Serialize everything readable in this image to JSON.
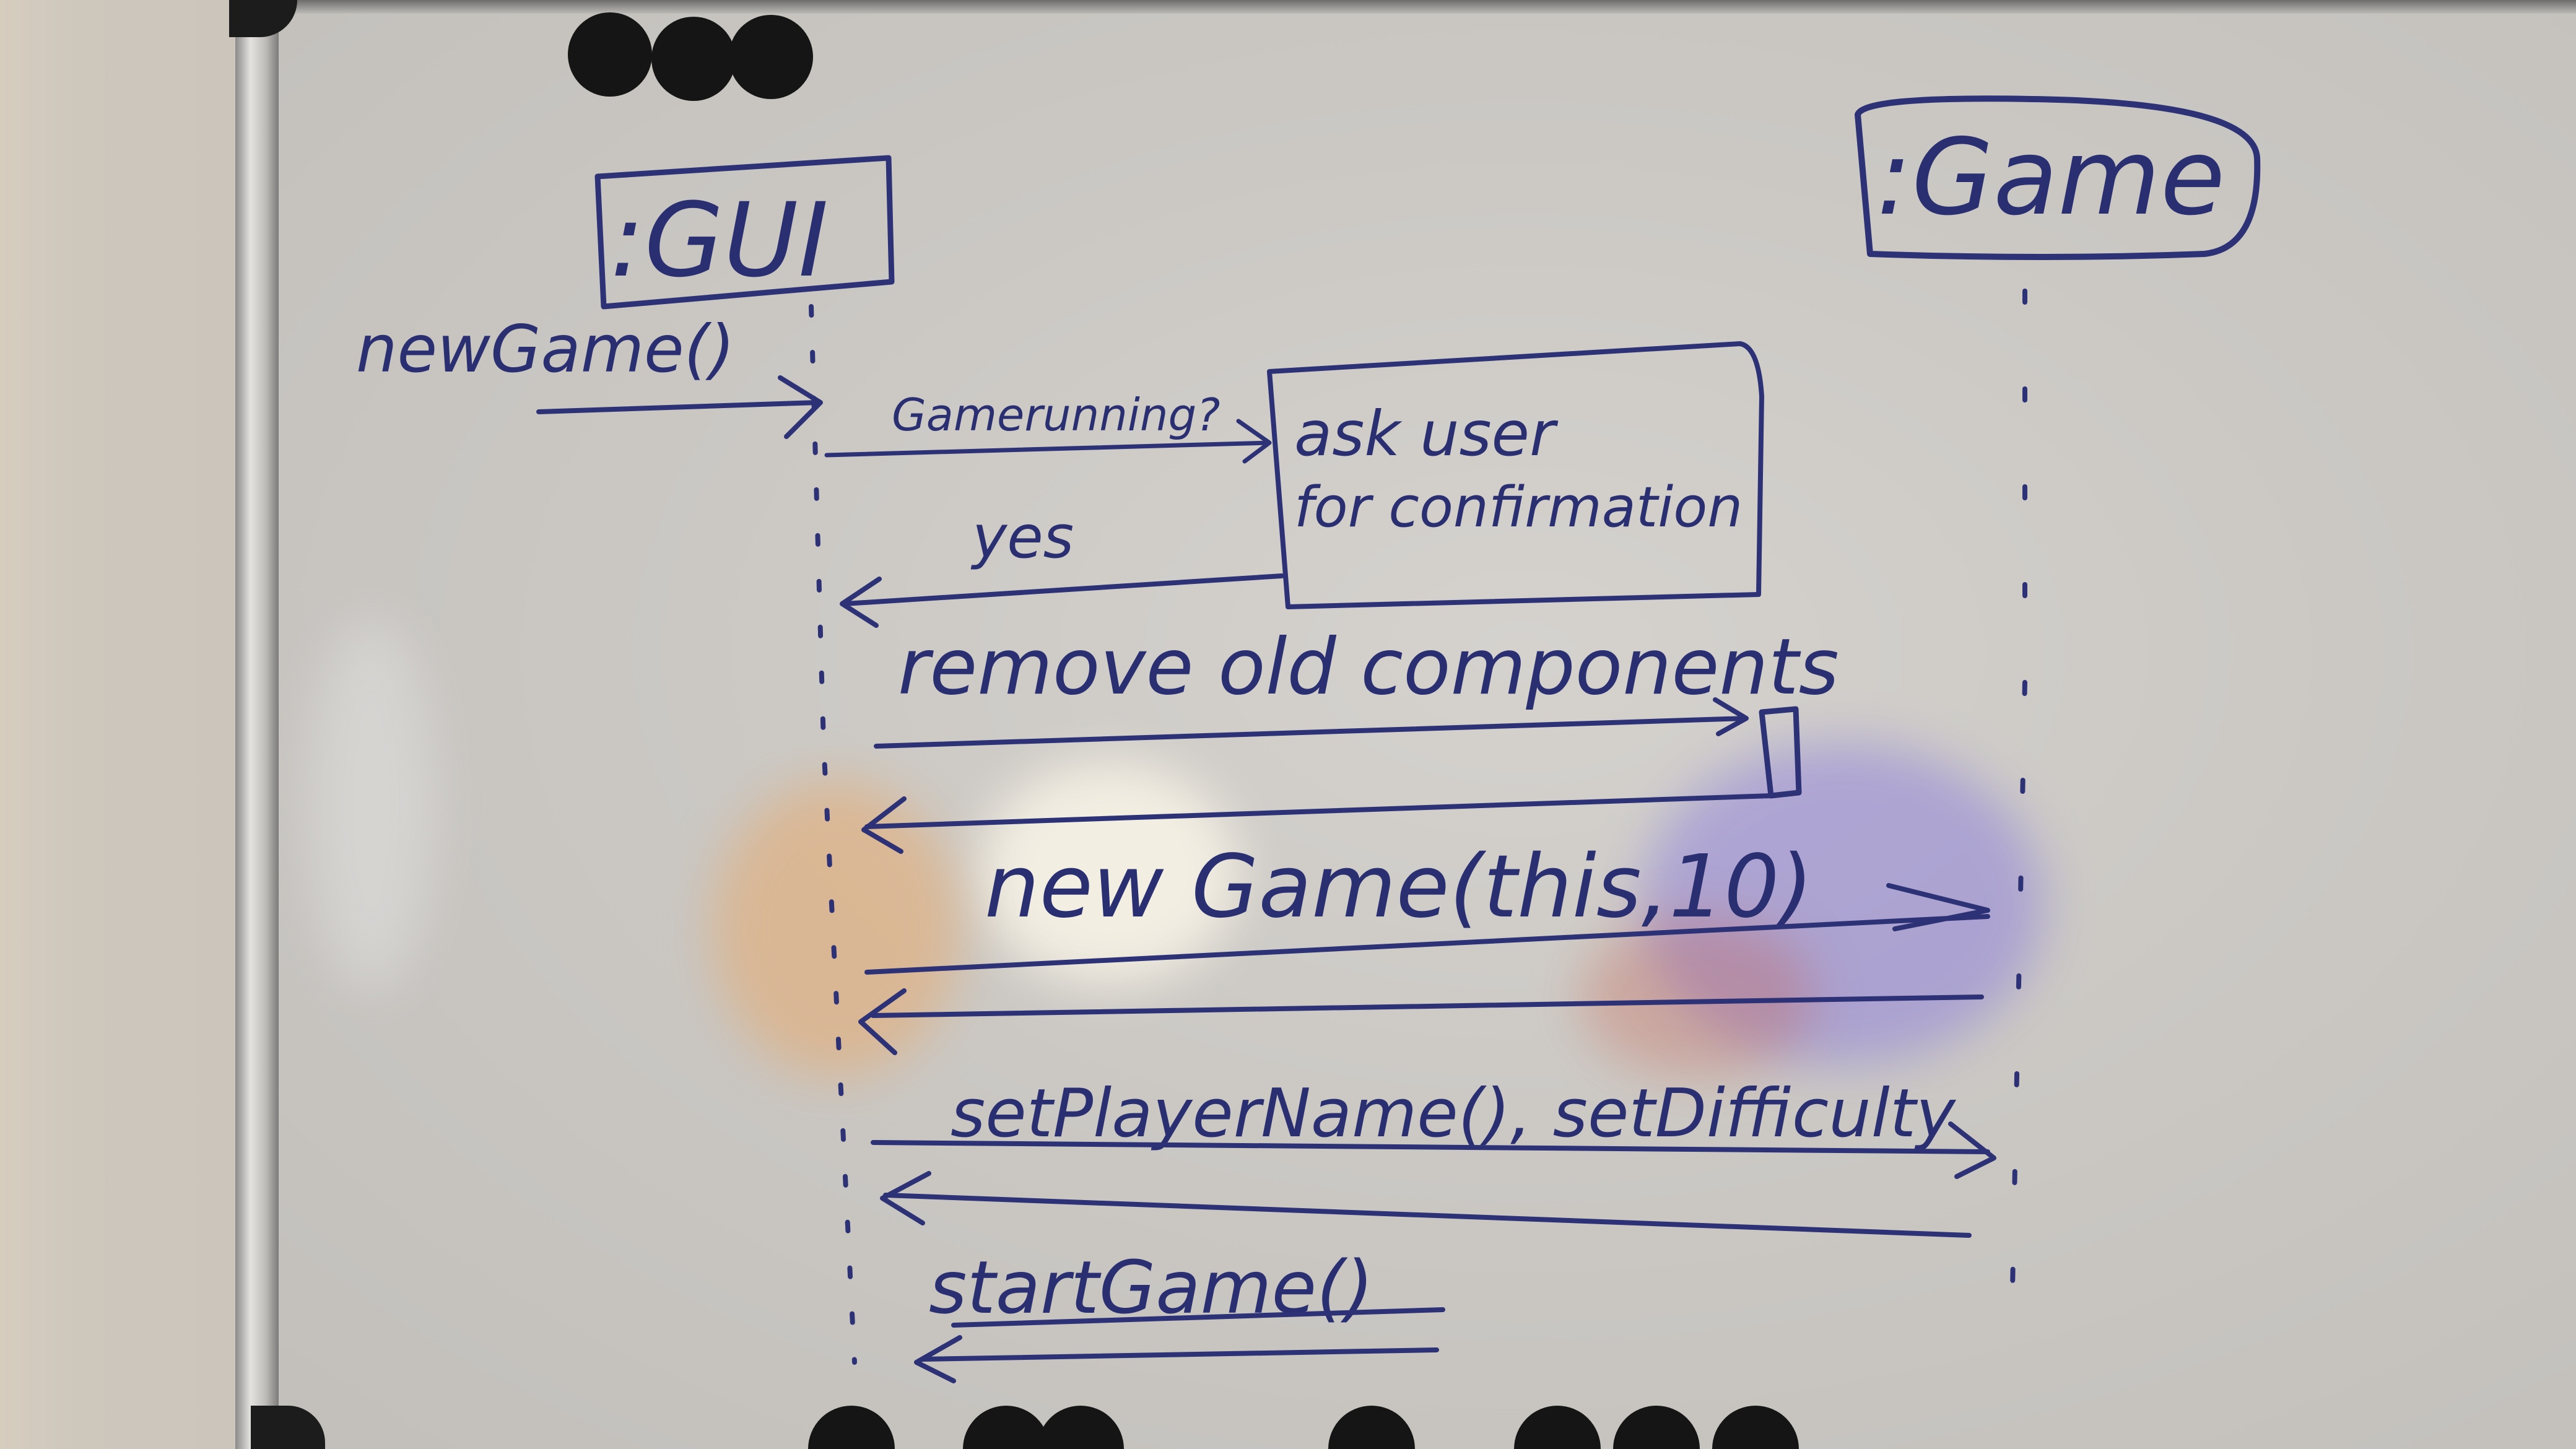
{
  "participants": {
    "gui": ":GUI",
    "game": ":Game"
  },
  "messages": {
    "new_game_call": "newGame()",
    "game_running_query": "Gamerunning?",
    "ask_user_note": [
      "ask user",
      "for confirmation"
    ],
    "yes_reply": "yes",
    "remove_components": "remove old components",
    "new_game_constructor": "new Game(this,10)",
    "set_params": "setPlayerName(), setDifficulty",
    "start_game": "startGame()"
  },
  "colors": {
    "ink": "#2d3276",
    "board": "#cbc8c4",
    "magnet": "#151515"
  }
}
